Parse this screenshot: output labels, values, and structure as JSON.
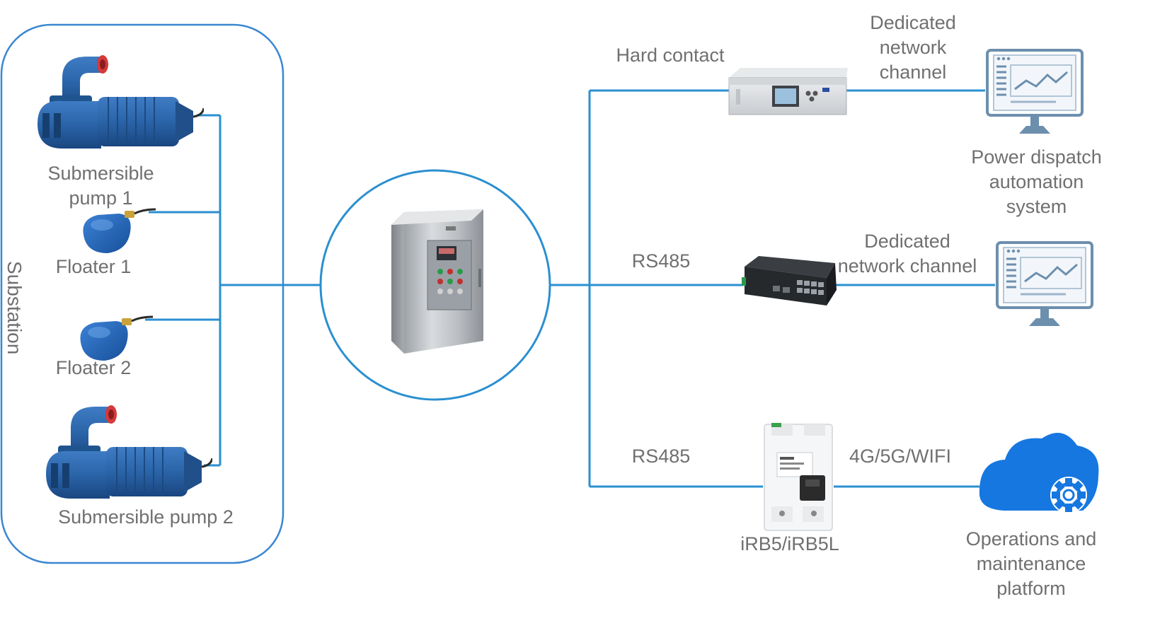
{
  "colors": {
    "line": "#2a8fd0",
    "pump_blue": "#2a64a8",
    "pump_dark": "#1c4c86",
    "floater_blue": "#1f62b8",
    "cloud_blue": "#1677e0",
    "text": "#707070",
    "cabinet_steel": "#c2c6ca",
    "switch_dark": "#26292c",
    "monitor_blue": "#6d8fae"
  },
  "labels": {
    "substation": "Substation",
    "pump1": [
      "Submersible",
      "pump 1"
    ],
    "floater1": "Floater 1",
    "floater2": "Floater 2",
    "pump2": "Submersible pump 2",
    "hard_contact": "Hard contact",
    "rs485_top": "RS485",
    "rs485_bottom": "RS485",
    "dedicated_top": [
      "Dedicated",
      "network",
      "channel"
    ],
    "dedicated_mid": [
      "Dedicated",
      "network channel"
    ],
    "wireless": "4G/5G/WIFI",
    "breaker": "iRB5/iRB5L",
    "dispatch": [
      "Power dispatch",
      "automation",
      "system"
    ],
    "ops": [
      "Operations and",
      "maintenance",
      "platform"
    ]
  },
  "icons": {
    "pump": "submersible-pump-icon",
    "floater": "float-switch-icon",
    "cabinet": "control-cabinet-icon",
    "protection_device": "protection-device-icon",
    "switch": "network-switch-icon",
    "breaker": "circuit-breaker-icon",
    "monitor": "monitor-chart-icon",
    "cloud": "cloud-gear-icon"
  }
}
